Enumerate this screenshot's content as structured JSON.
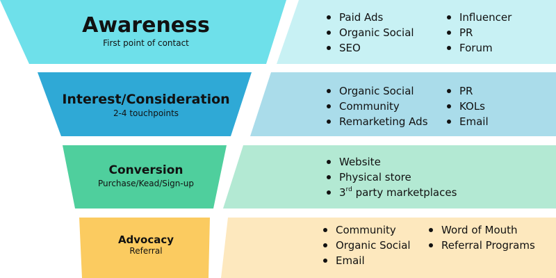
{
  "colors": {
    "awareness_funnel": "#6EE0EA",
    "awareness_panel": "#C8F1F4",
    "interest_funnel": "#2FA9D6",
    "interest_panel": "#AADCEA",
    "conversion_funnel": "#4FCF9D",
    "conversion_panel": "#B3E9D3",
    "advocacy_funnel": "#FBCB60",
    "advocacy_panel": "#FDE8BE"
  },
  "stages": [
    {
      "title": "Awareness",
      "subtitle": "First point of contact",
      "left_items": [
        "Paid Ads",
        "Organic Social",
        "SEO"
      ],
      "right_items": [
        "Influencer",
        "PR",
        "Forum"
      ]
    },
    {
      "title": "Interest/Consideration",
      "subtitle": "2-4 touchpoints",
      "left_items": [
        "Organic Social",
        "Community",
        "Remarketing Ads"
      ],
      "right_items": [
        "PR",
        "KOLs",
        "Email"
      ]
    },
    {
      "title": "Conversion",
      "subtitle": "Purchase/Kead/Sign-up",
      "left_items": [
        "Website",
        "Physical store",
        "party marketplaces"
      ],
      "left_items_prefix": {
        "index": 2,
        "base": "3",
        "sup": "rd"
      },
      "right_items": []
    },
    {
      "title": "Advocacy",
      "subtitle": "Referral",
      "left_items": [
        "Community",
        "Organic Social",
        "Email"
      ],
      "right_items": [
        "Word of Mouth",
        "Referral Programs"
      ]
    }
  ]
}
